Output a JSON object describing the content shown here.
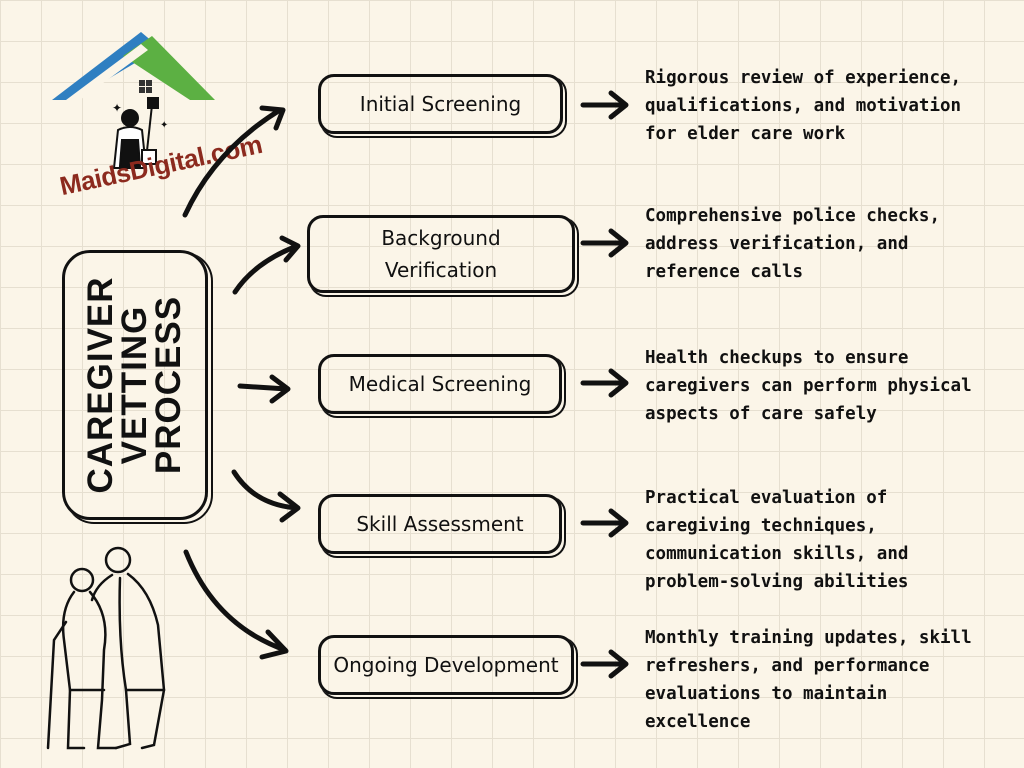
{
  "logo": {
    "text": "MaidsDigital.com",
    "colors": {
      "blue": "#2f7fc1",
      "green": "#5cb043",
      "red": "#8c2a1e"
    }
  },
  "title": {
    "line1": "CAREGIVER",
    "line2": "VETTING",
    "line3": "PROCESS"
  },
  "steps": [
    {
      "label": "Initial Screening",
      "desc": "Rigorous review of experience, qualifications, and motivation for elder care work"
    },
    {
      "label": "Background Verification",
      "desc": "Comprehensive police checks, address verification, and reference calls"
    },
    {
      "label": "Medical Screening",
      "desc": "Health checkups to ensure caregivers can perform physical aspects of care safely"
    },
    {
      "label": "Skill Assessment",
      "desc": "Practical evaluation of caregiving techniques, communication skills, and problem-solving abilities"
    },
    {
      "label": "Ongoing Development",
      "desc": "Monthly training updates, skill refreshers, and performance evaluations to maintain excellence"
    }
  ]
}
